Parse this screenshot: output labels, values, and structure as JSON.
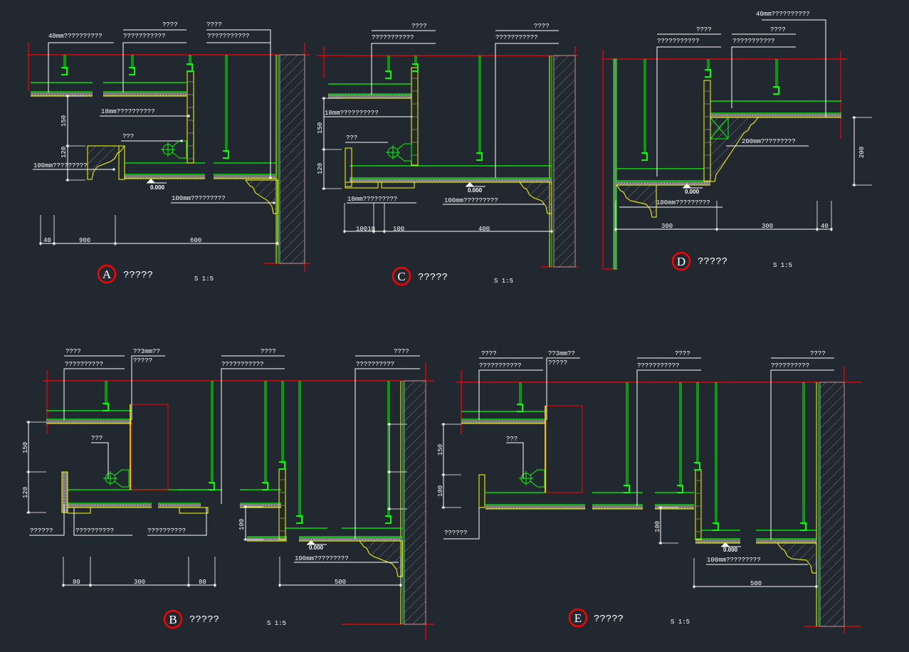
{
  "colors": {
    "background": "#212830",
    "cut_line": "#ff0000",
    "steel": "#00ff00",
    "board": "#ffff00",
    "leader": "#ffffff",
    "hatch": "#8a8a8a"
  },
  "drawings": {
    "A": {
      "mark": "A",
      "title": "?????",
      "scale": "S 1:5",
      "elevation": "0.000",
      "notes": [
        "40mm??????????",
        "????",
        "???????????",
        "????",
        "???????????",
        "18mm??????????",
        "???",
        "100mm?????????",
        "100mm?????????"
      ],
      "dims": [
        "150",
        "120",
        "40",
        "900",
        "600"
      ]
    },
    "C": {
      "mark": "C",
      "title": "?????",
      "scale": "S 1:5",
      "elevation": "0.000",
      "notes": [
        "????",
        "???????????",
        "????",
        "???????????",
        "18mm??????????",
        "???",
        "18mm?????????",
        "100mm?????????"
      ],
      "dims": [
        "150",
        "120",
        "10010",
        "100",
        "400"
      ]
    },
    "D": {
      "mark": "D",
      "title": "?????",
      "scale": "S 1:5",
      "elevation": "0.000",
      "notes": [
        "40mm??????????",
        "????",
        "???????????",
        "????",
        "???????????",
        "200mm?????????",
        "100mm?????????"
      ],
      "dims": [
        "200",
        "300",
        "300",
        "40"
      ]
    },
    "B": {
      "mark": "B",
      "title": "?????",
      "scale": "S 1:5",
      "elevation": "0.000",
      "notes": [
        "????",
        "??????????",
        "??3mm??",
        "?????",
        "????",
        "???????????",
        "????",
        "??????????",
        "???",
        "??????",
        "??????????",
        "??????????",
        "100mm?????????"
      ],
      "dims": [
        "150",
        "120",
        "100",
        "80",
        "300",
        "80",
        "500"
      ]
    },
    "E": {
      "mark": "E",
      "title": "?????",
      "scale": "S 1:5",
      "elevation": "0.000",
      "notes": [
        "????",
        "???????????",
        "??3mm??",
        "?????",
        "????",
        "???????????",
        "????",
        "??????????",
        "???",
        "??????",
        "100mm?????????"
      ],
      "dims": [
        "150",
        "100",
        "100",
        "500"
      ]
    }
  }
}
